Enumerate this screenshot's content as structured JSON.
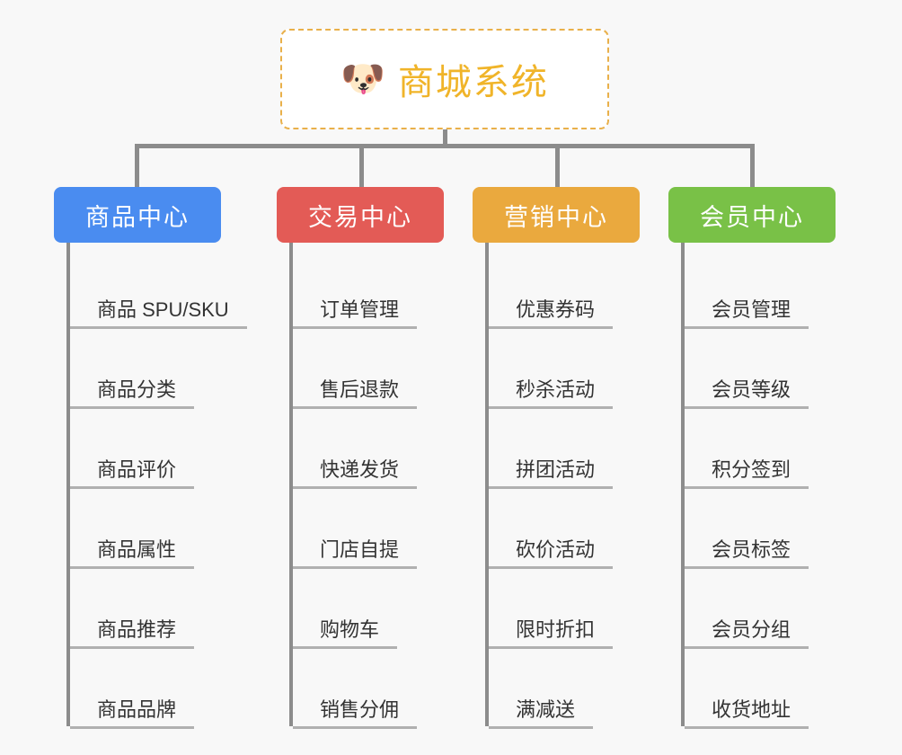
{
  "diagram": {
    "type": "mindmap",
    "title": "商城系统",
    "background_color": "#f8f8f8",
    "root": {
      "label": "商城系统",
      "icon": "dog-face-icon",
      "icon_glyph": "🐶",
      "text_color": "#f0b429",
      "border_color": "#e9b04a",
      "border_style": "dashed",
      "background_color": "#ffffff"
    },
    "branches": [
      {
        "label": "商品中心",
        "color": "#4a8cf0",
        "items": [
          "商品 SPU/SKU",
          "商品分类",
          "商品评价",
          "商品属性",
          "商品推荐",
          "商品品牌"
        ]
      },
      {
        "label": "交易中心",
        "color": "#e35b56",
        "items": [
          "订单管理",
          "售后退款",
          "快递发货",
          "门店自提",
          "购物车",
          "销售分佣"
        ]
      },
      {
        "label": "营销中心",
        "color": "#eaa93e",
        "items": [
          "优惠券码",
          "秒杀活动",
          "拼团活动",
          "砍价活动",
          "限时折扣",
          "满减送"
        ]
      },
      {
        "label": "会员中心",
        "color": "#79c147",
        "items": [
          "会员管理",
          "会员等级",
          "积分签到",
          "会员标签",
          "会员分组",
          "收货地址"
        ]
      }
    ],
    "connector_color": "#8c8c8c",
    "leaf_underline_color": "#b0b0b0"
  }
}
